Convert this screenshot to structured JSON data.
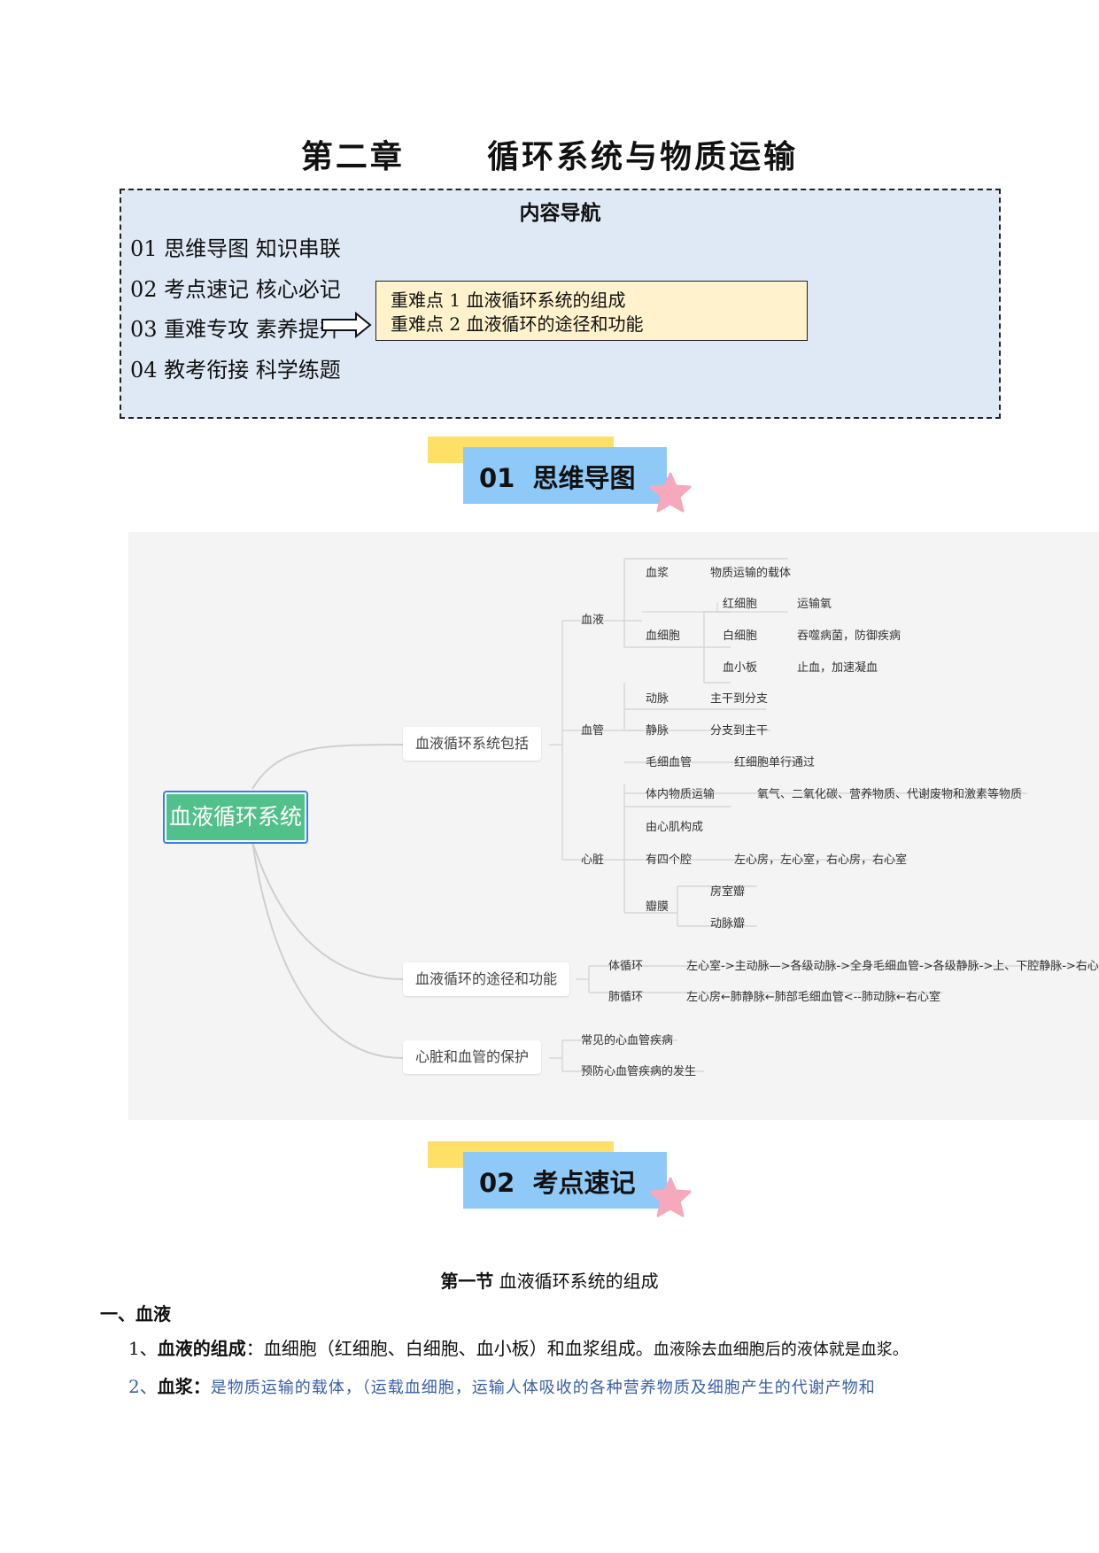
{
  "chapter_title": "第二章      循环系统与物质运输",
  "nav": {
    "title": "内容导航",
    "items": [
      "01 思维导图  知识串联",
      "02 考点速记  核心必记",
      "03 重难专攻  素养提升",
      "04 教考衔接  科学练题"
    ],
    "sub_items": [
      "重难点 1 血液循环系统的组成",
      "重难点 2 血液循环的途径和功能"
    ]
  },
  "badges": {
    "mindmap": "01  思维导图",
    "keypoints": "02  考点速记"
  },
  "mindmap": {
    "root": "血液循环系统",
    "l1": [
      "血液循环系统包括",
      "血液循环的途径和功能",
      "心脏和血管的保护"
    ],
    "l2": [
      "血液",
      "血管",
      "心脏",
      "体循环",
      "肺循环",
      "常见的心血管疾病",
      "预防心血管疾病的发生"
    ],
    "blood": {
      "plasma": "血浆",
      "plasma_desc": "物质运输的载体",
      "cells": "血细胞",
      "rbc": "红细胞",
      "rbc_desc": "运输氧",
      "wbc": "白细胞",
      "wbc_desc": "吞噬病菌，防御疾病",
      "platelet": "血小板",
      "platelet_desc": "止血，加速凝血"
    },
    "vessels": {
      "artery": "动脉",
      "artery_desc": "主干到分支",
      "vein": "静脉",
      "vein_desc": "分支到主干",
      "capillary": "毛细血管",
      "capillary_desc": "红细胞单行通过"
    },
    "heart": {
      "transport": "体内物质运输",
      "transport_desc": "氧气、二氧化碳、营养物质、代谢废物和激素等物质",
      "muscle": "由心肌构成",
      "chambers": "有四个腔",
      "chambers_desc": "左心房，左心室，右心房，右心室",
      "valves": "瓣膜",
      "av_valve": "房室瓣",
      "arterial_valve": "动脉瓣"
    },
    "circulation": {
      "systemic_desc": "左心室->主动脉—>各级动脉->全身毛细血管->各级静脉->上、下腔静脉->右心",
      "pulmonary_desc": "左心房←肺静脉←肺部毛细血管<--肺动脉←右心室"
    }
  },
  "section": {
    "title_bold": "第一节",
    "title_rest": " 血液循环系统的组成",
    "heading": "一、血液",
    "p1_num": "1、",
    "p1_bold": "血液的组成",
    "p1_mid": "：血细胞（红细胞、白细胞、血小板）和血浆组成。",
    "p1_rest": "血液除去血细胞后的液体就是血浆。",
    "p2_num": "2、",
    "p2_bold": "血浆：",
    "p2_rest": "是物质运输的载体，（运载血细胞，运输人体吸收的各种营养物质及细胞产生的代谢产物和"
  }
}
